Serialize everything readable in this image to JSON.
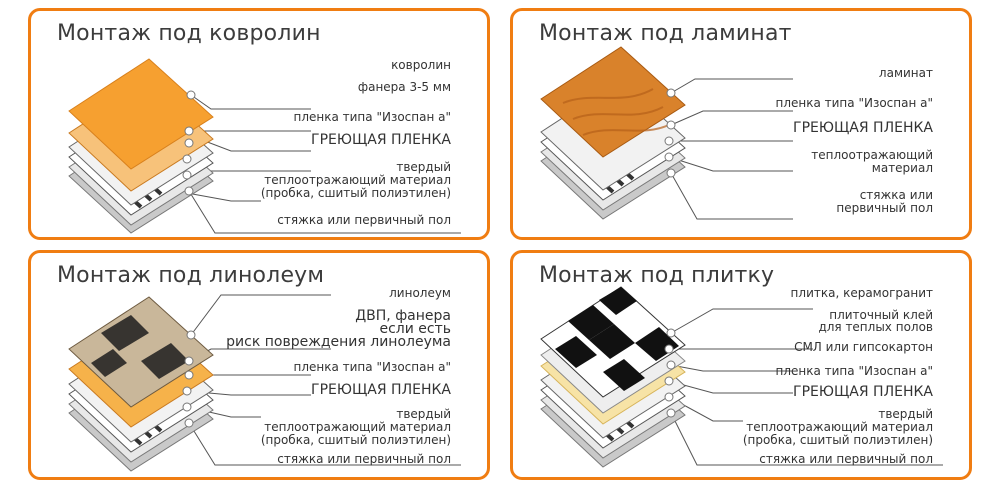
{
  "panels": [
    {
      "title": "Монтаж под ковролин",
      "labels": [
        "ковролин",
        "фанера 3-5 мм",
        "пленка типа \"Изоспан а\"",
        "ГРЕЮЩАЯ ПЛЕНКА",
        "твердый",
        "теплоотражающий материал",
        "(пробка, сшитый полиэтилен)",
        "стяжка или первичный пол"
      ]
    },
    {
      "title": "Монтаж под ламинат",
      "labels": [
        "ламинат",
        "пленка типа \"Изоспан а\"",
        "ГРЕЮЩАЯ ПЛЕНКА",
        "теплоотражающий",
        "материал",
        "стяжка или",
        "первичный пол"
      ]
    },
    {
      "title": "Монтаж под линолеум",
      "labels": [
        "линолеум",
        "ДВП, фанера",
        "если есть",
        "риск повреждения линолеума",
        "пленка типа \"Изоспан а\"",
        "ГРЕЮЩАЯ ПЛЕНКА",
        "твердый",
        "теплоотражающий материал",
        "(пробка, сшитый полиэтилен)",
        "стяжка или первичный пол"
      ]
    },
    {
      "title": "Монтаж под плитку",
      "labels": [
        "плитка, керамогранит",
        "плиточный клей",
        "для теплых полов",
        "СМЛ или гипсокартон",
        "пленка типа \"Изоспан а\"",
        "ГРЕЮЩАЯ ПЛЕНКА",
        "твердый",
        "теплоотражающий материал",
        "(пробка, сшитый полиэтилен)",
        "стяжка или первичный пол"
      ]
    }
  ],
  "colors": {
    "border": "#f07d12",
    "title": "#3c3c3c",
    "orange": "#f6a030",
    "wood": "#d9822b",
    "yellow": "#f7e3a6",
    "heat": "#4a4a4a",
    "foil": "#dcdcdc",
    "screed": "#b8b8b8"
  }
}
